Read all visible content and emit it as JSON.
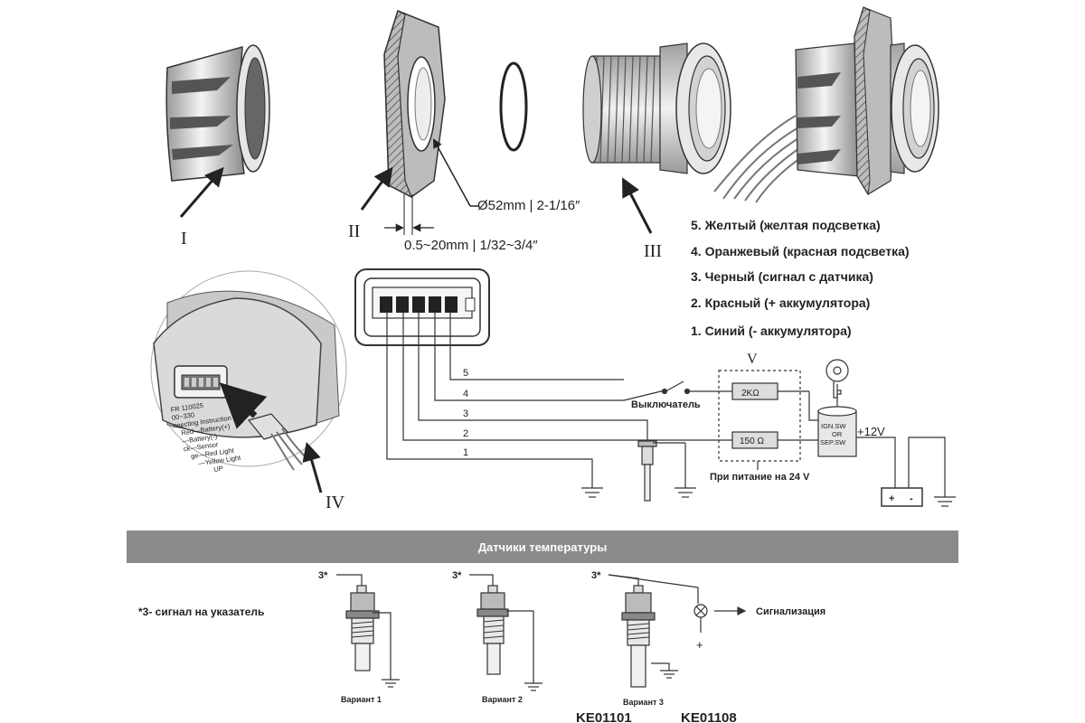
{
  "parts": {
    "roman_1": "I",
    "roman_2": "II",
    "roman_3": "III",
    "roman_4": "IV",
    "roman_5": "V"
  },
  "dimensions": {
    "diameter": "Ø52mm | 2-1/16″",
    "thickness": "0.5~20mm | 1/32~3/4″"
  },
  "wire_legend": [
    "5. Желтый (желтая подсветка)",
    "4. Оранжевый (красная подсветка)",
    "3. Черный (сигнал с датчика)",
    "2. Красный (+ аккумулятора)",
    "1. Синий (- аккумулятора)"
  ],
  "wiring": {
    "wire_numbers": [
      "5",
      "4",
      "3",
      "2",
      "1"
    ],
    "switch_label": "Выключатель",
    "resistor_1": "2KΩ",
    "resistor_2": "150 Ω",
    "ign_label_1": "IGN.SW",
    "ign_label_2": "OR",
    "ign_label_3": "SEP.SW",
    "voltage": "+12V",
    "note_24v": "При питание на 24 V",
    "battery_plus": "+",
    "battery_minus": "-"
  },
  "inset_label": {
    "line1": "FR 110025",
    "line2": "00~330",
    "line3": "nnecting Instruction",
    "line4": "Red—Battery(+)",
    "line5": "—Battery(-)",
    "line6": "ck—Sensor",
    "line7": "ge—Red Light",
    "line8": "—Yellow Light",
    "line9": "UP"
  },
  "sensors": {
    "banner": "Датчики температуры",
    "footnote": "*3- сигнал на указатель",
    "signal_marker": "3*",
    "variant_1": "Вариант 1",
    "variant_2": "Вариант 2",
    "variant_3": "Вариант 3",
    "alarm_label": "Сигнализация",
    "plus": "+",
    "code_1": "KE01101",
    "code_2": "KE01108"
  },
  "colors": {
    "banner": "#8a8a8a",
    "line": "#333333"
  }
}
